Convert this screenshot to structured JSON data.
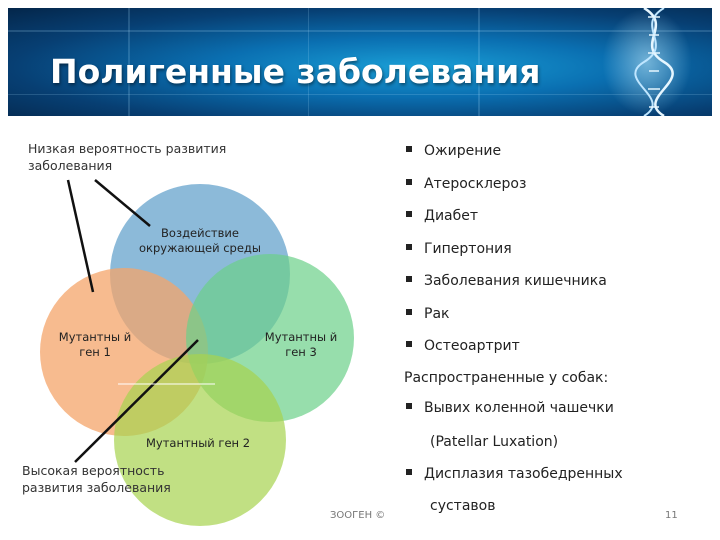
{
  "slide": {
    "title": "Полигенные заболевания",
    "page_number": "11",
    "footer_text": "ЗООГЕН ©"
  },
  "diagram": {
    "top_left_label": "Низкая вероятность развития заболевания",
    "bottom_left_label": "Высокая вероятность развития заболевания",
    "circles": [
      {
        "label": "Воздействие окружающей среды",
        "color": "#6fa9cf"
      },
      {
        "label": "Мутантны й ген 1",
        "color": "#f4a46a"
      },
      {
        "label": "Мутантны й ген 3",
        "color": "#6bd089"
      },
      {
        "label": "Мутантный ген 2",
        "color": "#a7d34f"
      }
    ]
  },
  "diseases": {
    "items": [
      "Ожирение",
      "Атеросклероз",
      "Диабет",
      "Гипертония",
      "Заболевания кишечника",
      "Рак",
      "Остеоартрит"
    ],
    "dogs_heading": "Распространенные у собак:",
    "dog_items": [
      {
        "text": "Вывих коленной чашечки",
        "sub": "(Patellar Luxation)"
      },
      {
        "text": "Дисплазия тазобедренных",
        "sub": "суставов"
      }
    ]
  }
}
